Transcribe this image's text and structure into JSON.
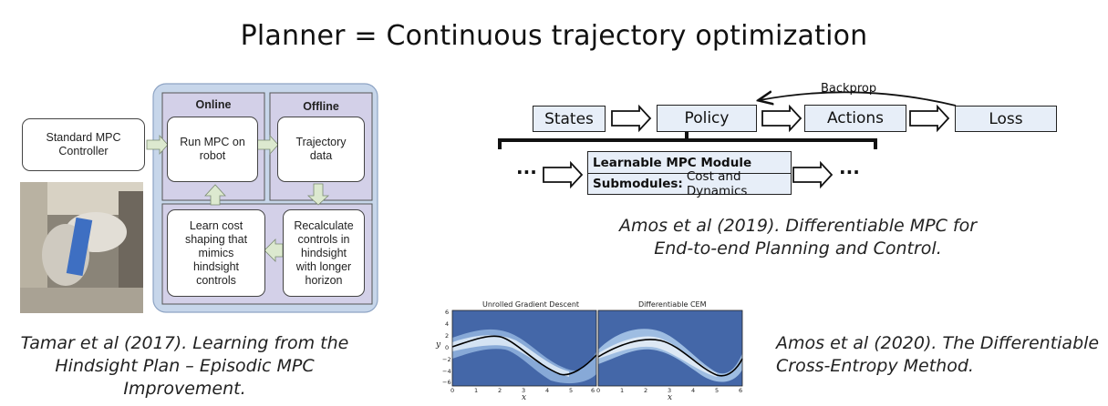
{
  "title": "Planner = Continuous trajectory optimization",
  "tamar": {
    "diagram": {
      "standard_box": "Standard MPC Controller",
      "online_label": "Online",
      "offline_label": "Offline",
      "run_box": [
        "Run MPC on",
        "robot"
      ],
      "traj_box": [
        "Trajectory",
        "data"
      ],
      "learn_box": [
        "Learn cost",
        "shaping that",
        "mimics",
        "hindsight",
        "controls"
      ],
      "recalc_box": [
        "Recalculate",
        "controls in",
        "hindsight",
        "with longer",
        "horizon"
      ]
    },
    "caption": [
      "Tamar et al (2017). Learning from the",
      "Hindsight Plan – Episodic MPC",
      "Improvement."
    ]
  },
  "amos2019": {
    "diagram": {
      "states": "States",
      "policy": "Policy",
      "actions": "Actions",
      "loss": "Loss",
      "backprop": "Backprop",
      "ellipsis_left": "···",
      "ellipsis_right": "···",
      "module_title": "Learnable MPC Module",
      "submodules_label": "Submodules:",
      "submodules_value": "Cost and Dynamics"
    },
    "caption": [
      "Amos et al (2019). Differentiable MPC for",
      "End-to-end Planning and Control."
    ]
  },
  "amos2020": {
    "plots": {
      "left_title": "Unrolled Gradient Descent",
      "right_title": "Differentiable CEM",
      "y_axis_label": "y",
      "x_axis_label": "x",
      "y_ticks": [
        "6",
        "4",
        "2",
        "0",
        "−2",
        "−4",
        "−6"
      ],
      "x_ticks": [
        "0",
        "1",
        "2",
        "3",
        "4",
        "5",
        "6"
      ]
    },
    "caption": [
      "Amos et al (2020). The Differentiable",
      "Cross-Entropy Method."
    ]
  },
  "colors": {
    "panel_bg": "#c7d6ea",
    "region_bg": "#d3d0e8",
    "arrow_fill": "#dce9cf",
    "flow_box_bg": "#e7eef8",
    "heatmap_dark": "#3f63a6",
    "heatmap_light": "#dde8f4"
  }
}
